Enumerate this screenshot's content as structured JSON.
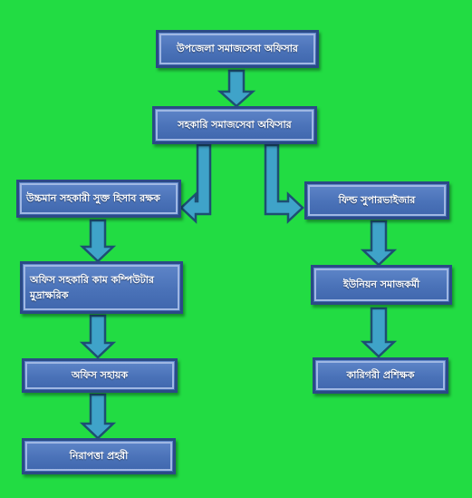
{
  "colors": {
    "background": "#22dc43",
    "box_fill": "#4a72b8",
    "box_border": "#2b4a86",
    "arrow_fill": "#3fa3c9",
    "arrow_stroke": "#1d4f72"
  },
  "nodes": {
    "upazila_officer": "উপজেলা সমাজসেবা অফিসার",
    "assistant_officer": "সহকারি সমাজসেবা অফিসার",
    "accountant": "উচ্চমান সহকারী সুক্ত হিসাব রক্ষক",
    "computer_typist": "অফিস সহকারি কাম কম্পিউটার মুদ্রাক্ষরিক",
    "office_assistant": "অফিস সহায়ক",
    "security_guard": "নিরাপত্তা প্রহরী",
    "field_supervisor": "ফিল্ড সুপারভাইজার",
    "union_worker": "ইউনিয়ন সমাজকর্মী",
    "technical_trainer": "কারিগরী প্রশিক্ষক"
  }
}
